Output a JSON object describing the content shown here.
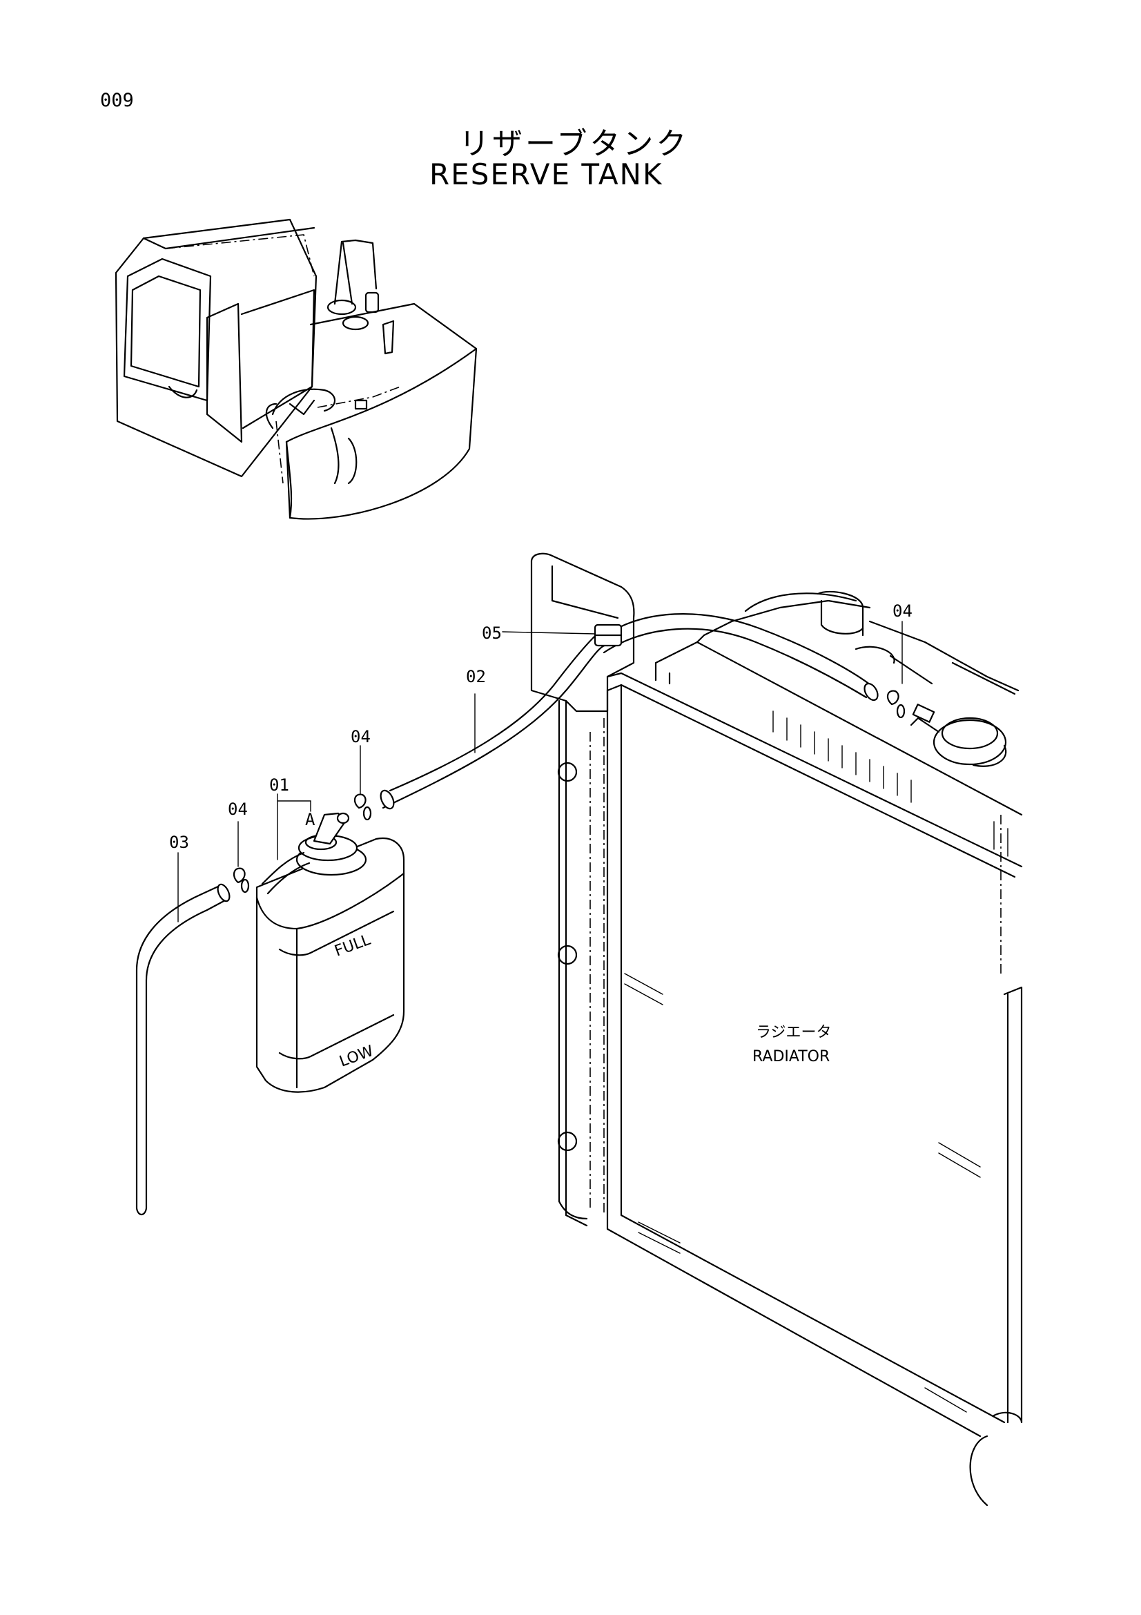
{
  "page": {
    "number": "009"
  },
  "title": {
    "japanese": "リザーブタンク",
    "english": "RESERVE TANK"
  },
  "callouts": {
    "c01": "01",
    "c02": "02",
    "c03": "03",
    "c04a": "04",
    "c04b": "04",
    "c04c": "04",
    "c05": "05",
    "a": "A"
  },
  "tank_markings": {
    "full": "FULL",
    "low": "LOW"
  },
  "radiator_label": {
    "japanese": "ラジエータ",
    "english": "RADIATOR"
  },
  "icons": [
    "excavator-overview-illustration",
    "reserve-tank-illustration",
    "radiator-illustration",
    "hose-illustration",
    "hose-clamp-icon"
  ]
}
